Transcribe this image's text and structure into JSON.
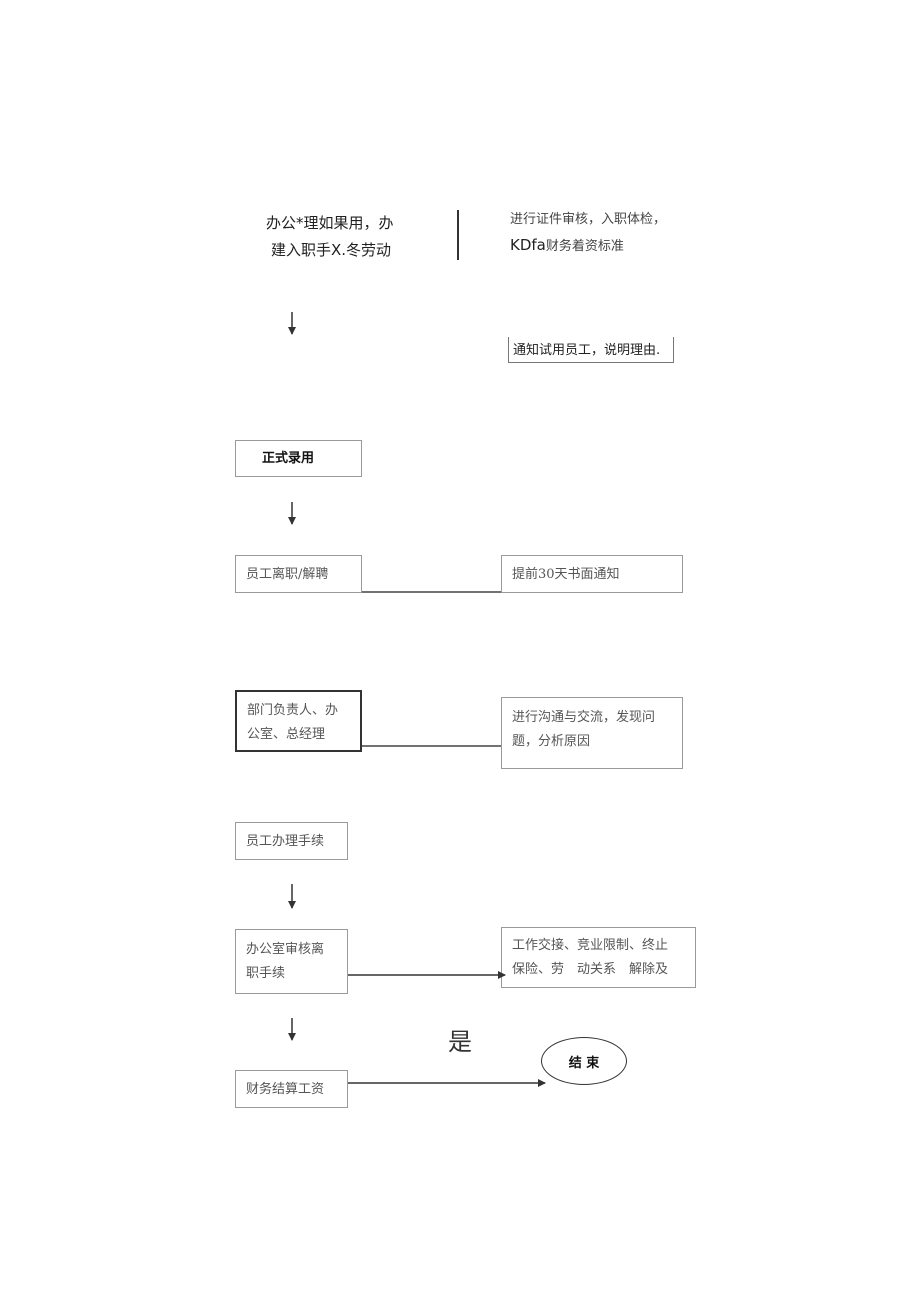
{
  "top": {
    "left_line1": "办公*理如果用，办",
    "left_line2": "建入职手X.冬劳动",
    "right_line1": "进行证件审核，入职体检，",
    "right_line2_prefix": "KDfa",
    "right_line2_suffix": "财务着资标准"
  },
  "notice_box": "通知试用员工，说明理由.",
  "formal_hire": "正式录用",
  "resign_box": "员工离职/解聘",
  "notice_30": "提前30天书面通知",
  "dept_box": {
    "line1": "部门负责人、办",
    "line2": "公室、总经理"
  },
  "communicate_box": {
    "line1": "进行沟通与交流，发现问",
    "line2": "题，分析原因"
  },
  "procedure_box": "员工办理手续",
  "office_review_box": {
    "line1": "办公室审核离",
    "line2": "职手续"
  },
  "handover_box": {
    "line1": "工作交接、竞业限制、终止",
    "line2": "保险、劳　动关系　解除及"
  },
  "yes_label": "是",
  "finance_box": "财务结算工资",
  "end_label": "结 束",
  "colors": {
    "line": "#444444",
    "box_border": "#9a9a9a",
    "text": "#333333"
  }
}
